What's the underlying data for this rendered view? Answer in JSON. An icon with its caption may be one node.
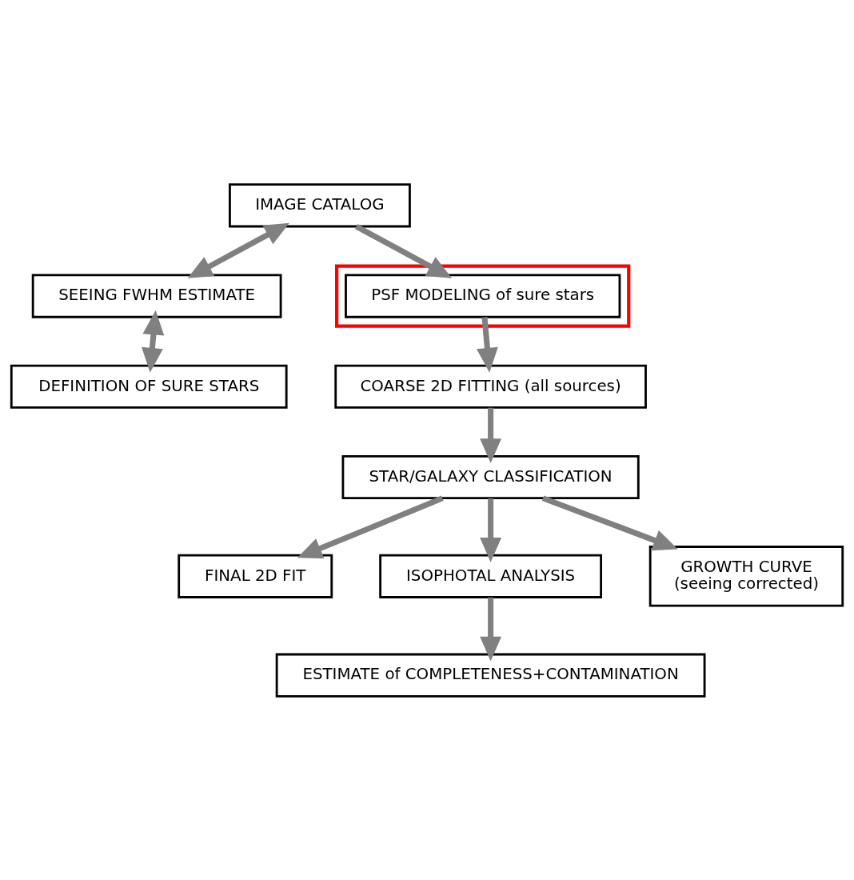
{
  "diagram": {
    "nodes": [
      {
        "text": [
          "IMAGE CATALOG"
        ]
      },
      {
        "text": [
          "SEEING FWHM ESTIMATE"
        ]
      },
      {
        "text": [
          "DEFINITION OF SURE STARS"
        ]
      },
      {
        "text": [],
        "shape": "box"
      },
      {
        "text": [
          "PSF MODELING of sure stars"
        ],
        "in": 3
      },
      {
        "text": [
          "COARSE 2D FITTING (all sources)"
        ]
      },
      {
        "text": [
          "STAR/GALAXY CLASSIFICATION"
        ]
      },
      {
        "text": [
          "FINAL 2D FIT"
        ]
      },
      {
        "text": [
          "ISOPHOTAL ANALYSIS"
        ]
      },
      {
        "text": [
          "GROWTH CURVE",
          "(seeing corrected)"
        ]
      },
      {
        "text": [
          "ESTIMATE of COMPLETENESS+CONTAMINATION"
        ]
      }
    ],
    "edges": [
      {
        "from": 0,
        "to": 1,
        "arrow": "both"
      },
      {
        "from": 1,
        "to": 2,
        "arrow": "both"
      },
      {
        "from": 0,
        "to": 4,
        "arrow": "to"
      },
      {
        "from": 4,
        "to": 5,
        "arrow": "to"
      },
      {
        "from": 5,
        "to": 6,
        "arrow": "to"
      },
      {
        "from": 6,
        "to": 7,
        "arrow": "to"
      },
      {
        "from": 6,
        "to": 8,
        "arrow": "to"
      },
      {
        "from": 6,
        "to": 9,
        "arrow": "to"
      },
      {
        "from": 8,
        "to": 10,
        "arrow": "to"
      }
    ]
  }
}
